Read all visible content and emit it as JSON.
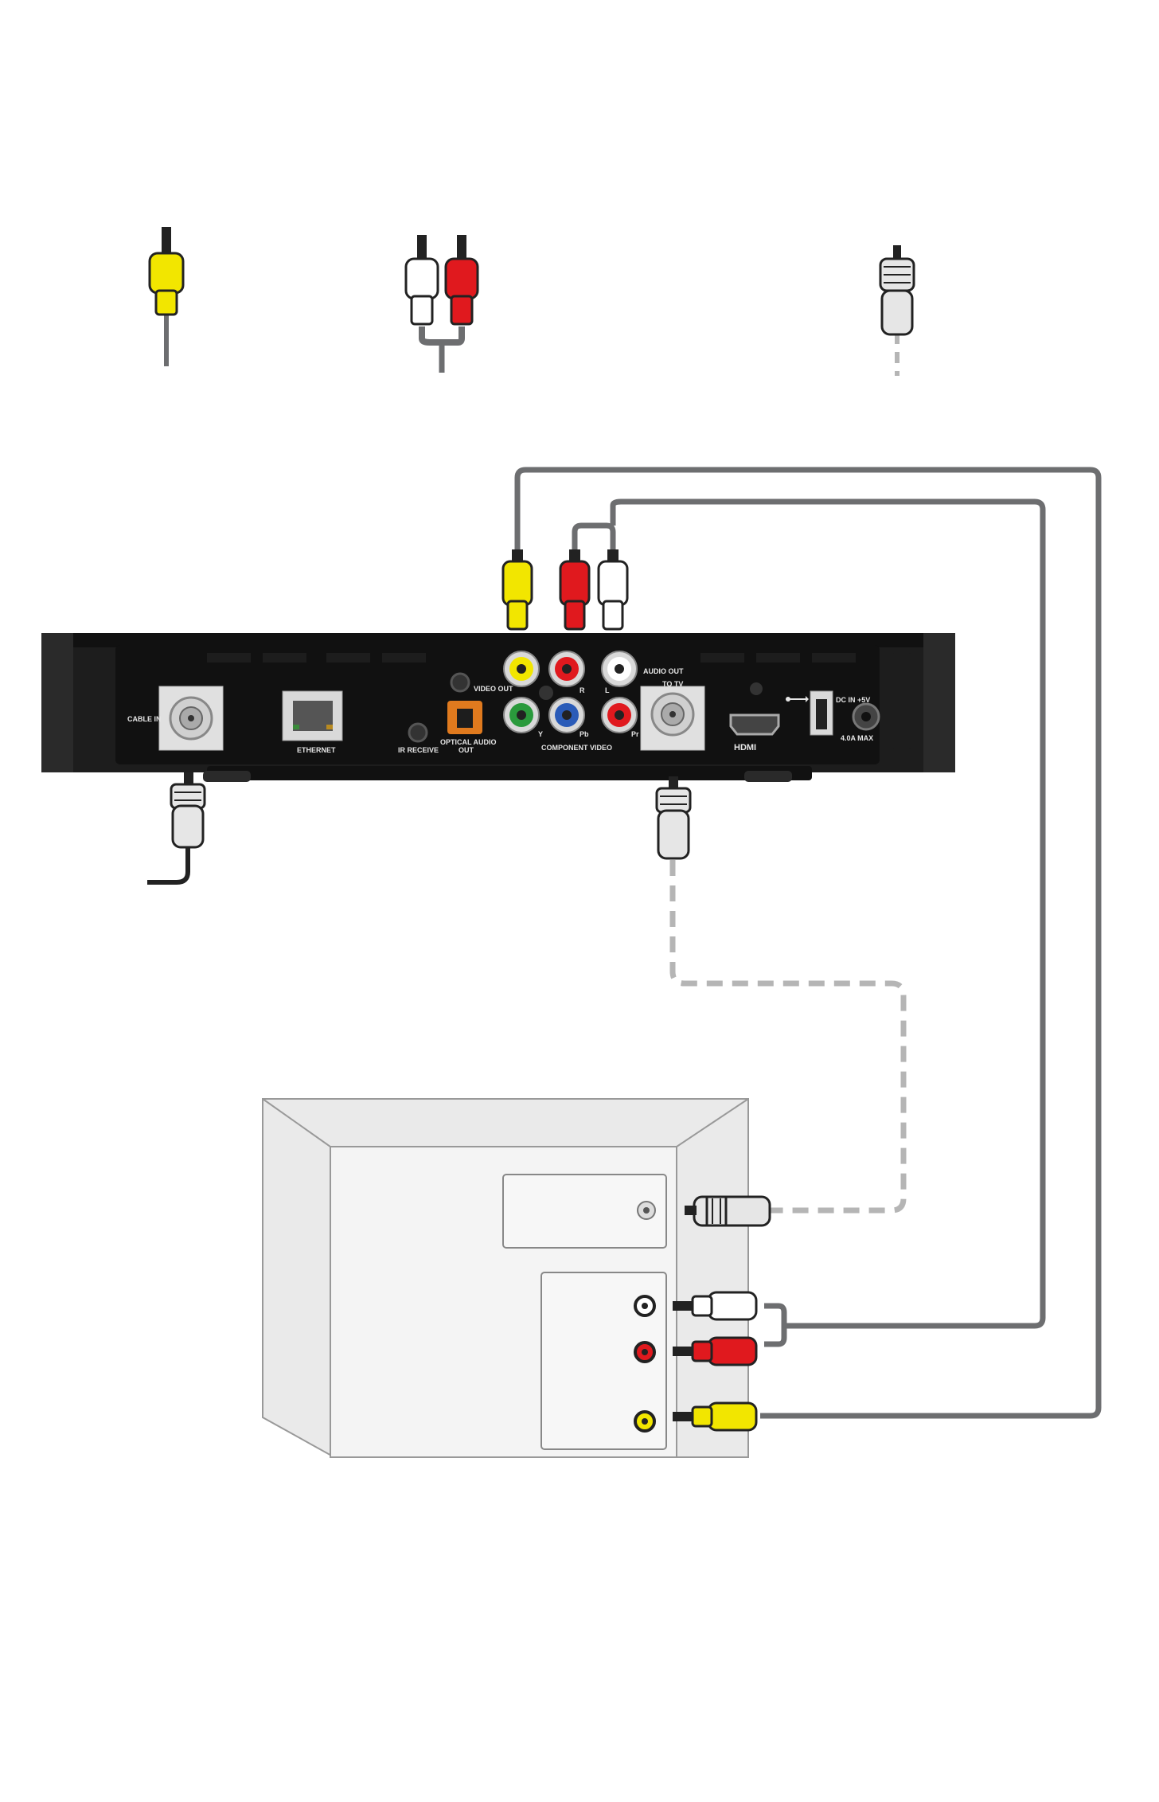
{
  "legend": {
    "composite_video_plug": {
      "color": "#f2e600"
    },
    "audio_plug_pair": {
      "left_color": "#ffffff",
      "right_color": "#e0191e"
    },
    "coax_plug": {
      "color": "#e6e6e6"
    }
  },
  "receiver": {
    "labels": {
      "cable_in": "CABLE IN",
      "ethernet": "ETHERNET",
      "ir_receive": "IR RECEIVE",
      "optical_audio": "OPTICAL AUDIO",
      "optical_out": "OUT",
      "video_out": "VIDEO OUT",
      "audio_out": "AUDIO OUT",
      "audio_r": "R",
      "audio_l": "L",
      "component_y": "Y",
      "component_pb": "Pb",
      "component_pr": "Pr",
      "component_video": "COMPONENT VIDEO",
      "to_tv": "TO TV",
      "hdmi": "HDMI",
      "dc_in": "DC IN +5V",
      "max_current": "4.0A MAX"
    }
  },
  "colors": {
    "yellow": "#f2e600",
    "red": "#e0191e",
    "white": "#ffffff",
    "green": "#2a9a3c",
    "blue": "#2a5bb8",
    "cable": "#6d6e70",
    "coax_dashed": "#b5b5b5",
    "chassis": "#1d1d1d",
    "tv_body": "#eaeaea"
  },
  "tv": {
    "inputs": [
      "coax",
      "audio-left-white",
      "audio-right-red",
      "video-yellow"
    ]
  }
}
